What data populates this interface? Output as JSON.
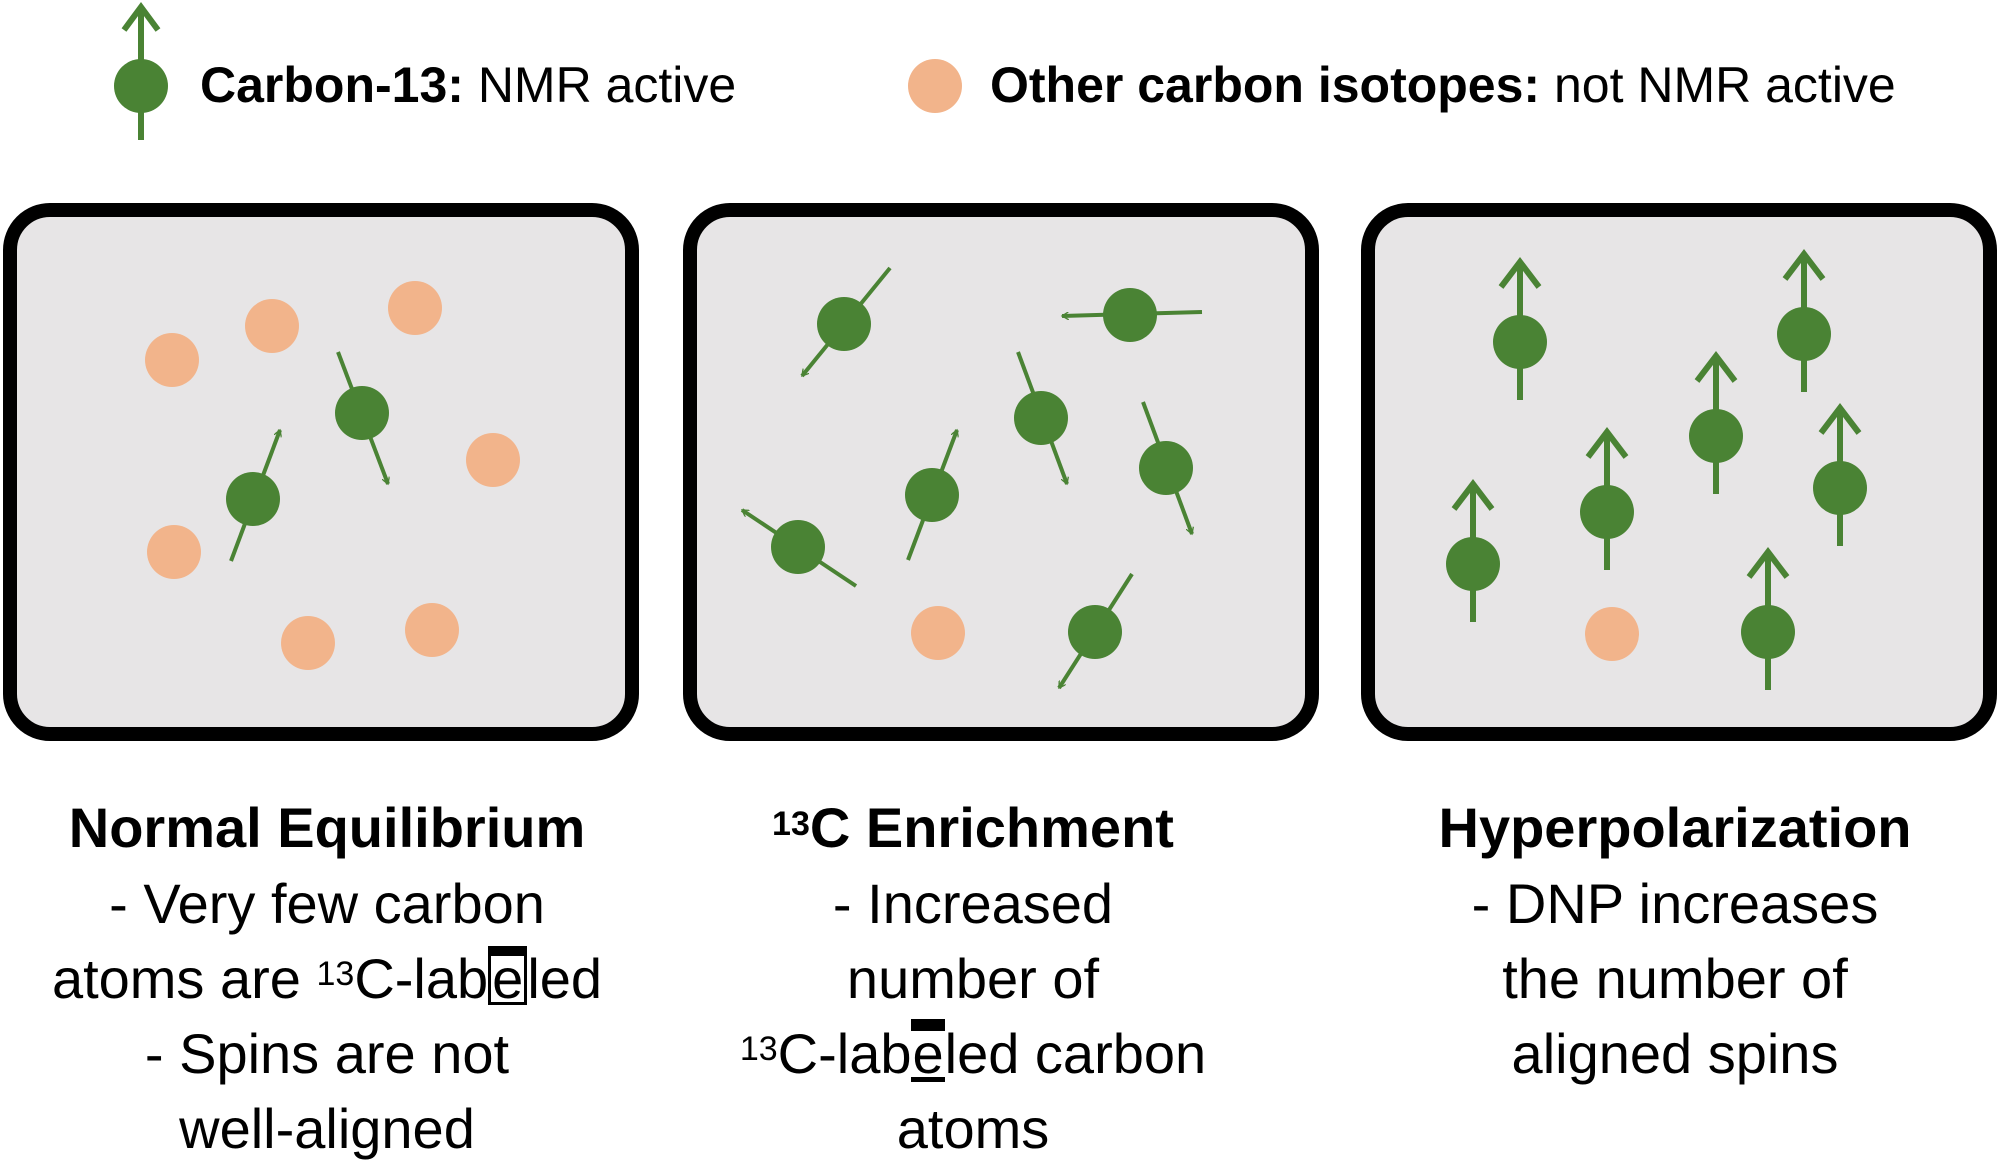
{
  "legend": {
    "c13_strong": "Carbon-13:",
    "c13_rest": " NMR active",
    "other_strong": "Other carbon isotopes:",
    "other_rest": " not NMR active"
  },
  "colors": {
    "carbon13": "#4a8334",
    "other_isotope": "#f2b48b",
    "panel_fill": "#e7e5e6",
    "panel_border": "#000000"
  },
  "panels": [
    {
      "title": "Normal Equilibrium",
      "lines": [
        {
          "pre": "- Very few carbon"
        },
        {
          "pre": "atoms are ",
          "sup": "13",
          "mid": "C-lab",
          "boxed": "e",
          "post": "led"
        },
        {
          "pre": "- Spins are not"
        },
        {
          "pre": "well-aligned"
        }
      ]
    },
    {
      "title_sup": "13",
      "title": "C Enrichment",
      "lines": [
        {
          "pre": "- Increased"
        },
        {
          "pre": "number of"
        },
        {
          "sup": "13",
          "mid": "C-lab",
          "boxed": "e",
          "post": "led carbon"
        },
        {
          "pre": "atoms"
        }
      ]
    },
    {
      "title": "Hyperpolarization",
      "lines": [
        {
          "pre": "- DNP increases"
        },
        {
          "pre": "the number of"
        },
        {
          "pre": "aligned spins"
        }
      ]
    }
  ]
}
